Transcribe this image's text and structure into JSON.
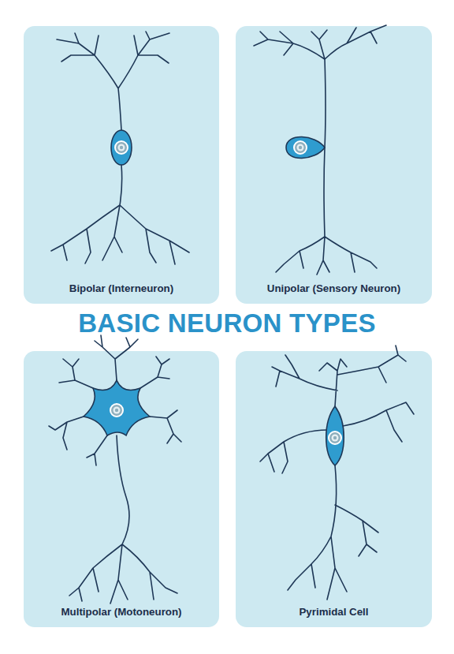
{
  "diagram": {
    "title": "BASIC NEURON TYPES",
    "nodes": [
      {
        "text": [
          "Bipolar (Interneuron)"
        ]
      },
      {
        "text": [
          "Unipolar (Sensory Neuron)"
        ]
      },
      {
        "text": [
          "Multipolar (Motoneuron)"
        ]
      },
      {
        "text": [
          "Pyrimidal Cell"
        ]
      }
    ]
  }
}
